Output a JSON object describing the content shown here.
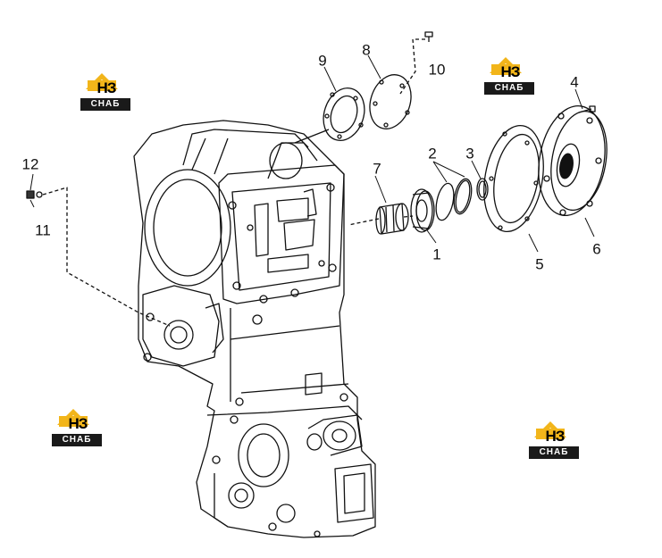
{
  "diagram": {
    "callouts": [
      {
        "id": "1",
        "label": "1"
      },
      {
        "id": "2",
        "label": "2"
      },
      {
        "id": "3",
        "label": "3"
      },
      {
        "id": "4",
        "label": "4"
      },
      {
        "id": "5",
        "label": "5"
      },
      {
        "id": "6",
        "label": "6"
      },
      {
        "id": "7",
        "label": "7"
      },
      {
        "id": "8",
        "label": "8"
      },
      {
        "id": "9",
        "label": "9"
      },
      {
        "id": "10",
        "label": "10"
      },
      {
        "id": "11",
        "label": "11"
      },
      {
        "id": "12",
        "label": "12"
      }
    ]
  },
  "watermark": {
    "mark": "НЗ",
    "text": "СНАБ",
    "accent_color": "#f2b51a",
    "bar_color": "#1a1a1a"
  }
}
